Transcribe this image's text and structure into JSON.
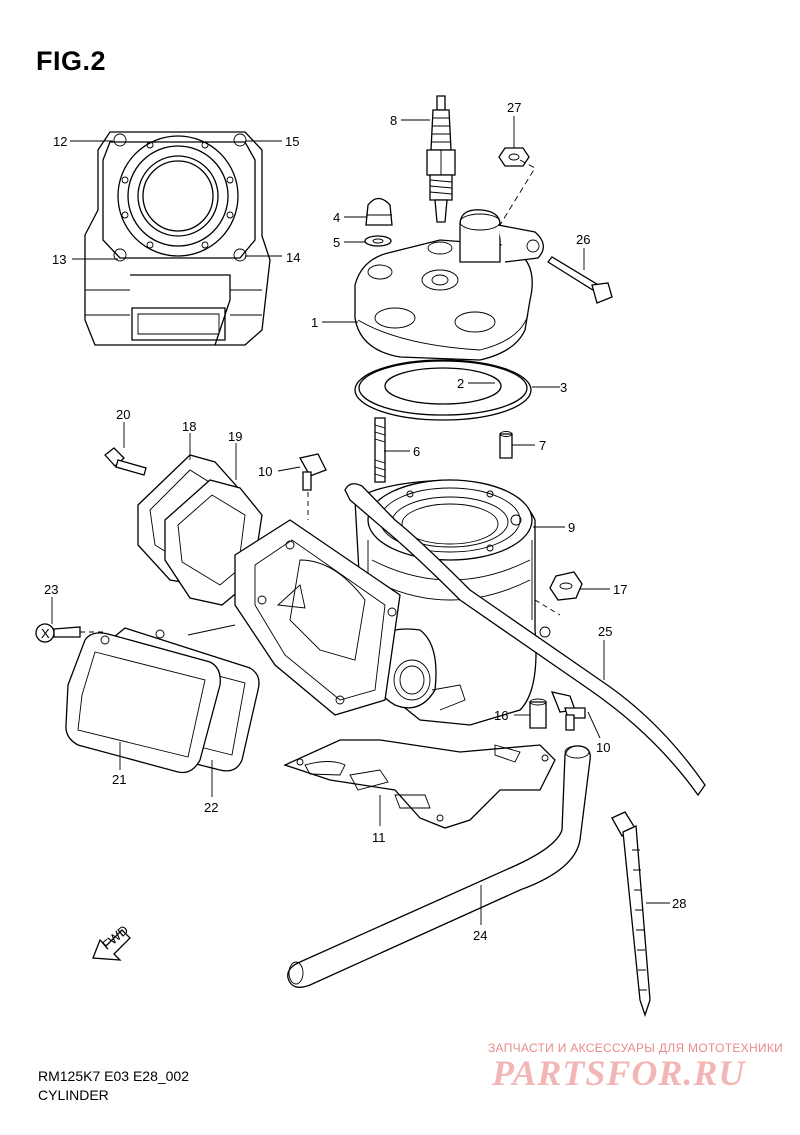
{
  "figure": {
    "title": "FIG.2",
    "code": "RM125K7 E03 E28_002",
    "caption": "CYLINDER"
  },
  "watermark": {
    "tagline": "ЗАПЧАСТИ И АКСЕССУАРЫ ДЛЯ МОТОТЕХНИКИ",
    "brand": "PARTSFOR.RU",
    "color": "#e98a8a"
  },
  "callouts": [
    {
      "id": "c12",
      "label": "12"
    },
    {
      "id": "c15",
      "label": "15"
    },
    {
      "id": "c13",
      "label": "13"
    },
    {
      "id": "c14",
      "label": "14"
    },
    {
      "id": "c8",
      "label": "8"
    },
    {
      "id": "c27",
      "label": "27"
    },
    {
      "id": "c4",
      "label": "4"
    },
    {
      "id": "c5",
      "label": "5"
    },
    {
      "id": "c26",
      "label": "26"
    },
    {
      "id": "c1",
      "label": "1"
    },
    {
      "id": "c2",
      "label": "2"
    },
    {
      "id": "c3",
      "label": "3"
    },
    {
      "id": "c20",
      "label": "20"
    },
    {
      "id": "c18",
      "label": "18"
    },
    {
      "id": "c19",
      "label": "19"
    },
    {
      "id": "c6",
      "label": "6"
    },
    {
      "id": "c7",
      "label": "7"
    },
    {
      "id": "c10a",
      "label": "10"
    },
    {
      "id": "c9",
      "label": "9"
    },
    {
      "id": "c17",
      "label": "17"
    },
    {
      "id": "c23",
      "label": "23"
    },
    {
      "id": "c25",
      "label": "25"
    },
    {
      "id": "c16",
      "label": "16"
    },
    {
      "id": "c10b",
      "label": "10"
    },
    {
      "id": "c21",
      "label": "21"
    },
    {
      "id": "c22",
      "label": "22"
    },
    {
      "id": "c11",
      "label": "11"
    },
    {
      "id": "c24",
      "label": "24"
    },
    {
      "id": "c28",
      "label": "28"
    }
  ],
  "fwd_label": "FWD",
  "bolt_mark": "X"
}
